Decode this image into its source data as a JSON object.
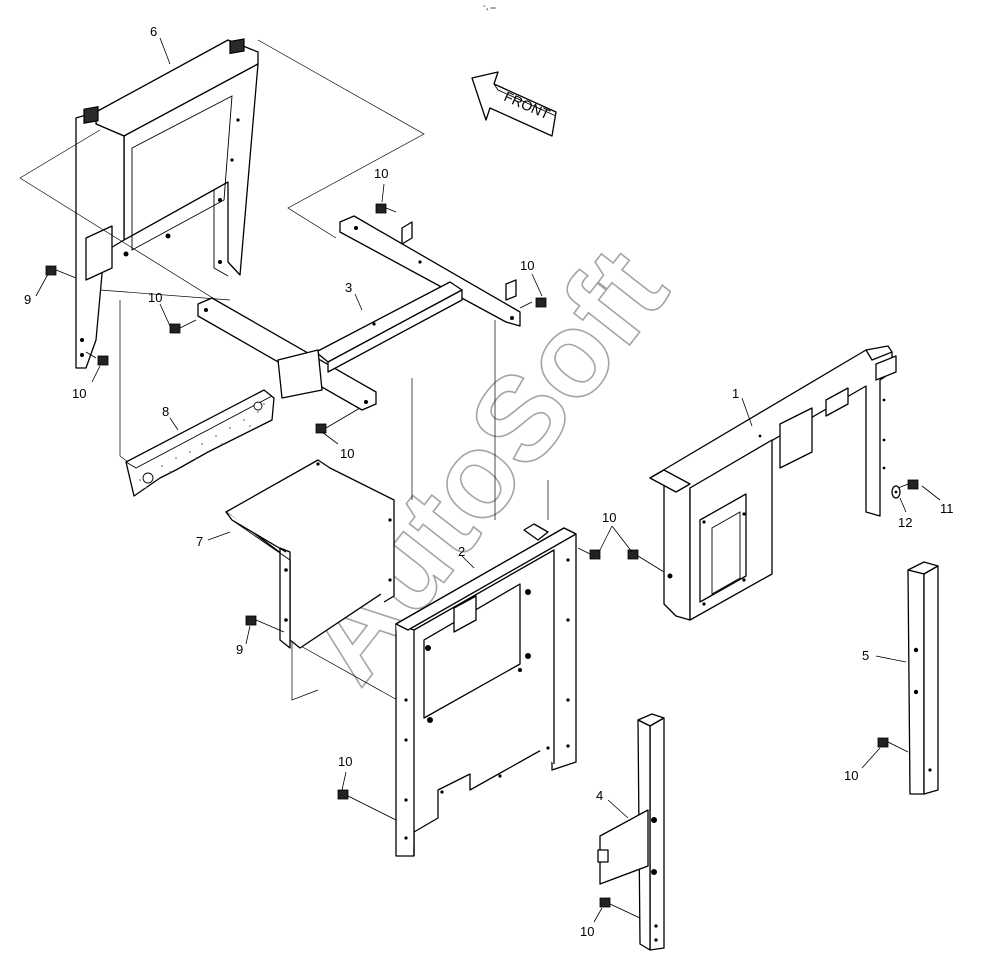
{
  "header_mark": "°₄ ═",
  "front_label": "FRONT",
  "watermark": "AutoSoft",
  "callouts": {
    "c6": "6",
    "c3": "3",
    "c8": "8",
    "c7": "7",
    "c2": "2",
    "c1": "1",
    "c4": "4",
    "c5": "5",
    "c11": "11",
    "c12": "12",
    "c9a": "9",
    "c9b": "9",
    "c10a": "10",
    "c10b": "10",
    "c10c": "10",
    "c10d": "10",
    "c10e": "10",
    "c10f": "10",
    "c10g": "10",
    "c10h": "10",
    "c10i": "10",
    "c10j": "10"
  }
}
